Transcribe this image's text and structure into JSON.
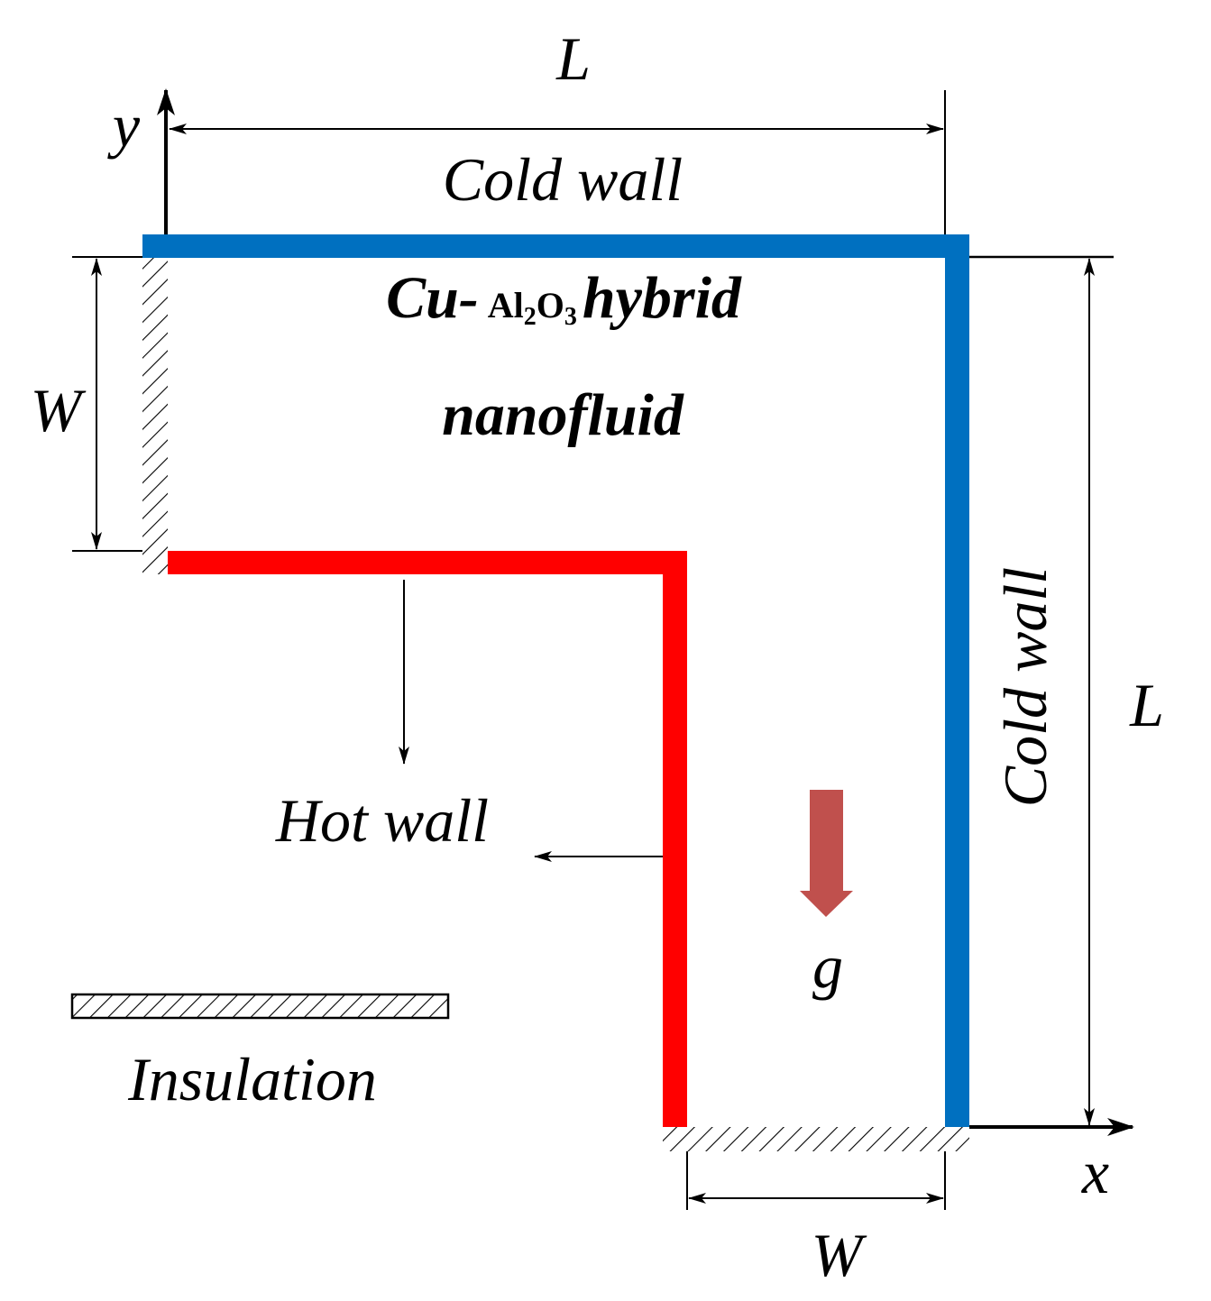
{
  "labels": {
    "top_dimension": "L",
    "right_dimension": "L",
    "left_dimension": "W",
    "bottom_dimension": "W",
    "y_axis": "y",
    "x_axis": "x",
    "top_wall": "Cold wall",
    "right_wall": "Cold wall",
    "hot_wall": "Hot wall",
    "gravity": "g",
    "insulation": "Insulation",
    "fluid_prefix": "Cu-",
    "fluid_al": "Al",
    "fluid_sub2": "2",
    "fluid_o": "O",
    "fluid_sub3": "3",
    "fluid_suffix": "hybrid",
    "fluid_line2": "nanofluid"
  },
  "colors": {
    "cold_wall": "#0070c0",
    "hot_wall": "#ff0000",
    "gravity_arrow": "#c0504d",
    "line": "#000000"
  }
}
